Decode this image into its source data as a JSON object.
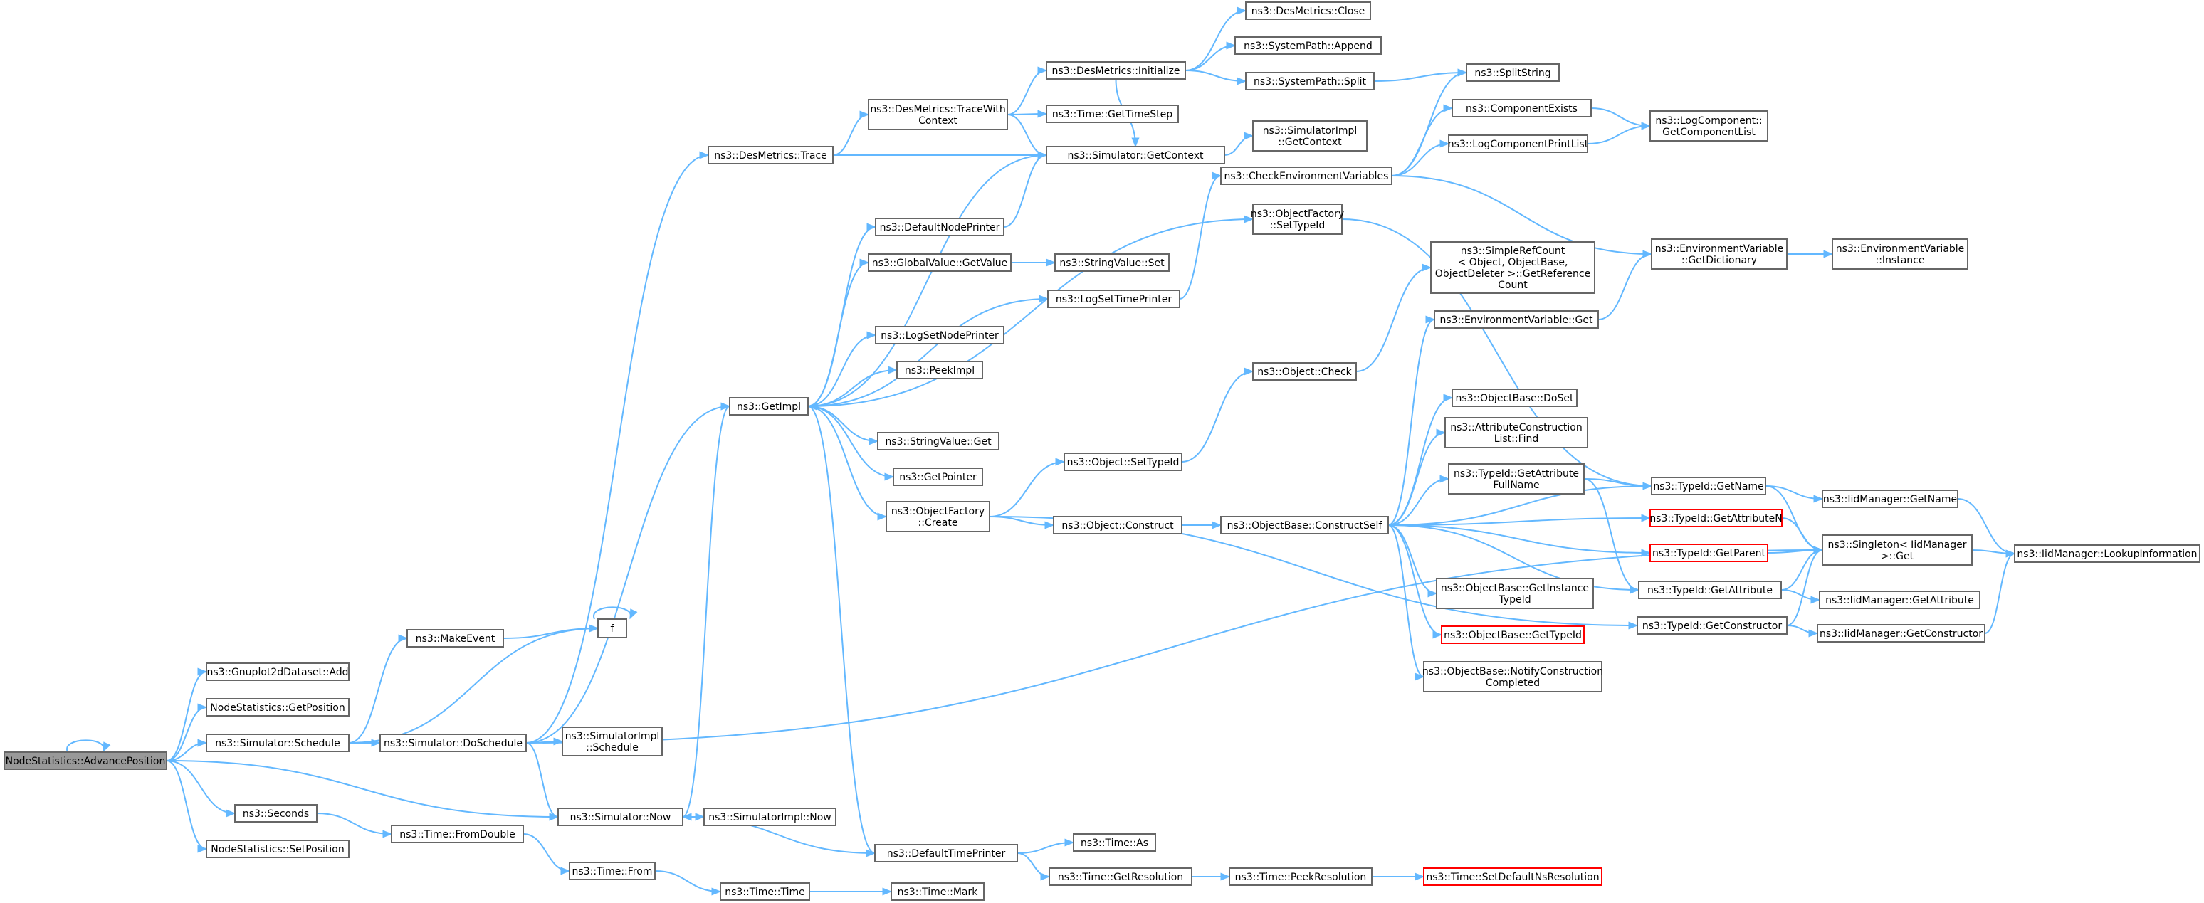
{
  "diagram": {
    "type": "call-graph",
    "colors": {
      "edge": "#63b8ff",
      "node_border": "#666666",
      "root_fill": "#999999",
      "highlight_border": "#ff0000"
    },
    "nodes": [
      {
        "id": "nsap",
        "label": "NodeStatistics::AdvancePosition",
        "root": true
      },
      {
        "id": "add",
        "label": "ns3::Gnuplot2dDataset::Add"
      },
      {
        "id": "getpos",
        "label": "NodeStatistics::GetPosition"
      },
      {
        "id": "sched",
        "label": "ns3::Simulator::Schedule"
      },
      {
        "id": "seconds",
        "label": "ns3::Seconds"
      },
      {
        "id": "setpos",
        "label": "NodeStatistics::SetPosition"
      },
      {
        "id": "mkevent",
        "label": "ns3::MakeEvent"
      },
      {
        "id": "f",
        "label": "f"
      },
      {
        "id": "dosched",
        "label": "ns3::Simulator::DoSchedule"
      },
      {
        "id": "simimplsched",
        "label": "ns3::SimulatorImpl\n::Schedule"
      },
      {
        "id": "now",
        "label": "ns3::Simulator::Now"
      },
      {
        "id": "simimplnow",
        "label": "ns3::SimulatorImpl::Now"
      },
      {
        "id": "fromdouble",
        "label": "ns3::Time::FromDouble"
      },
      {
        "id": "from",
        "label": "ns3::Time::From"
      },
      {
        "id": "time",
        "label": "ns3::Time::Time"
      },
      {
        "id": "mark",
        "label": "ns3::Time::Mark"
      },
      {
        "id": "getimpl",
        "label": "ns3::GetImpl"
      },
      {
        "id": "dmtrace",
        "label": "ns3::DesMetrics::Trace"
      },
      {
        "id": "dmtwc",
        "label": "ns3::DesMetrics::TraceWith\nContext"
      },
      {
        "id": "gettimestep",
        "label": "ns3::Time::GetTimeStep"
      },
      {
        "id": "getcontext",
        "label": "ns3::Simulator::GetContext"
      },
      {
        "id": "simimplctx",
        "label": "ns3::SimulatorImpl\n::GetContext"
      },
      {
        "id": "dminit",
        "label": "ns3::DesMetrics::Initialize"
      },
      {
        "id": "dmclose",
        "label": "ns3::DesMetrics::Close"
      },
      {
        "id": "spappend",
        "label": "ns3::SystemPath::Append"
      },
      {
        "id": "spsplit",
        "label": "ns3::SystemPath::Split"
      },
      {
        "id": "splitstring",
        "label": "ns3::SplitString"
      },
      {
        "id": "defnodeprinter",
        "label": "ns3::DefaultNodePrinter"
      },
      {
        "id": "gvgetvalue",
        "label": "ns3::GlobalValue::GetValue"
      },
      {
        "id": "svset",
        "label": "ns3::StringValue::Set"
      },
      {
        "id": "logsettime",
        "label": "ns3::LogSetTimePrinter"
      },
      {
        "id": "logsetnode",
        "label": "ns3::LogSetNodePrinter"
      },
      {
        "id": "peekimpl",
        "label": "ns3::PeekImpl"
      },
      {
        "id": "svget",
        "label": "ns3::StringValue::Get"
      },
      {
        "id": "getpointer",
        "label": "ns3::GetPointer"
      },
      {
        "id": "ofcreate",
        "label": "ns3::ObjectFactory\n::Create"
      },
      {
        "id": "deftimeprinter",
        "label": "ns3::DefaultTimePrinter"
      },
      {
        "id": "timeas",
        "label": "ns3::Time::As"
      },
      {
        "id": "getres",
        "label": "ns3::Time::GetResolution"
      },
      {
        "id": "peekres",
        "label": "ns3::Time::PeekResolution"
      },
      {
        "id": "setdefns",
        "label": "ns3::Time::SetDefaultNsResolution",
        "red": true
      },
      {
        "id": "checkenv",
        "label": "ns3::CheckEnvironmentVariables"
      },
      {
        "id": "compexists",
        "label": "ns3::ComponentExists"
      },
      {
        "id": "logcompprint",
        "label": "ns3::LogComponentPrintList"
      },
      {
        "id": "logcompget",
        "label": "ns3::LogComponent::\nGetComponentList"
      },
      {
        "id": "ofsettypeid",
        "label": "ns3::ObjectFactory\n::SetTypeId"
      },
      {
        "id": "envgetdict",
        "label": "ns3::EnvironmentVariable\n::GetDictionary"
      },
      {
        "id": "envinstance",
        "label": "ns3::EnvironmentVariable\n::Instance"
      },
      {
        "id": "simplerefcount",
        "label": "ns3::SimpleRefCount\n< Object, ObjectBase,\n ObjectDeleter >::GetReference\nCount"
      },
      {
        "id": "envget",
        "label": "ns3::EnvironmentVariable::Get"
      },
      {
        "id": "objcheck",
        "label": "ns3::Object::Check"
      },
      {
        "id": "objsettypeid",
        "label": "ns3::Object::SetTypeId"
      },
      {
        "id": "objconstruct",
        "label": "ns3::Object::Construct"
      },
      {
        "id": "constructself",
        "label": "ns3::ObjectBase::ConstructSelf"
      },
      {
        "id": "obdoset",
        "label": "ns3::ObjectBase::DoSet"
      },
      {
        "id": "attrfind",
        "label": "ns3::AttributeConstruction\nList::Find"
      },
      {
        "id": "tidgetattrfull",
        "label": "ns3::TypeId::GetAttribute\nFullName"
      },
      {
        "id": "tidgetname",
        "label": "ns3::TypeId::GetName"
      },
      {
        "id": "iidgetname",
        "label": "ns3::IidManager::GetName"
      },
      {
        "id": "lookup",
        "label": "ns3::IidManager::LookupInformation"
      },
      {
        "id": "tidgetattrn",
        "label": "ns3::TypeId::GetAttributeN",
        "red": true
      },
      {
        "id": "tidgetparent",
        "label": "ns3::TypeId::GetParent",
        "red": true
      },
      {
        "id": "singleton",
        "label": "ns3::Singleton< IidManager\n >::Get"
      },
      {
        "id": "tidgetattr",
        "label": "ns3::TypeId::GetAttribute"
      },
      {
        "id": "iidgetattr",
        "label": "ns3::IidManager::GetAttribute"
      },
      {
        "id": "tidgetctor",
        "label": "ns3::TypeId::GetConstructor"
      },
      {
        "id": "iidgetctor",
        "label": "ns3::IidManager::GetConstructor"
      },
      {
        "id": "obgetinst",
        "label": "ns3::ObjectBase::GetInstance\nTypeId"
      },
      {
        "id": "obgettypeid",
        "label": "ns3::ObjectBase::GetTypeId",
        "red": true
      },
      {
        "id": "obnotify",
        "label": "ns3::ObjectBase::NotifyConstruction\nCompleted"
      }
    ],
    "edges": [
      [
        "nsap",
        "nsap"
      ],
      [
        "nsap",
        "add"
      ],
      [
        "nsap",
        "getpos"
      ],
      [
        "nsap",
        "sched"
      ],
      [
        "nsap",
        "now"
      ],
      [
        "nsap",
        "seconds"
      ],
      [
        "nsap",
        "setpos"
      ],
      [
        "sched",
        "mkevent"
      ],
      [
        "sched",
        "f"
      ],
      [
        "sched",
        "dosched"
      ],
      [
        "mkevent",
        "f"
      ],
      [
        "f",
        "f"
      ],
      [
        "dosched",
        "dmtrace"
      ],
      [
        "dosched",
        "getimpl"
      ],
      [
        "dosched",
        "simimplsched"
      ],
      [
        "dosched",
        "now"
      ],
      [
        "dosched",
        "singleton"
      ],
      [
        "now",
        "getimpl"
      ],
      [
        "now",
        "simimplnow"
      ],
      [
        "seconds",
        "fromdouble"
      ],
      [
        "fromdouble",
        "from"
      ],
      [
        "from",
        "time"
      ],
      [
        "time",
        "mark"
      ],
      [
        "dmtrace",
        "dmtwc"
      ],
      [
        "dmtrace",
        "getcontext"
      ],
      [
        "dmtwc",
        "dminit"
      ],
      [
        "dmtwc",
        "gettimestep"
      ],
      [
        "dmtwc",
        "getcontext"
      ],
      [
        "dminit",
        "dmclose"
      ],
      [
        "dminit",
        "spappend"
      ],
      [
        "dminit",
        "spsplit"
      ],
      [
        "dminit",
        "getcontext"
      ],
      [
        "spsplit",
        "splitstring"
      ],
      [
        "getcontext",
        "getimpl"
      ],
      [
        "getcontext",
        "simimplctx"
      ],
      [
        "getimpl",
        "defnodeprinter"
      ],
      [
        "getimpl",
        "gvgetvalue"
      ],
      [
        "getimpl",
        "logsettime"
      ],
      [
        "getimpl",
        "logsetnode"
      ],
      [
        "getimpl",
        "peekimpl"
      ],
      [
        "getimpl",
        "svget"
      ],
      [
        "getimpl",
        "getpointer"
      ],
      [
        "getimpl",
        "ofcreate"
      ],
      [
        "getimpl",
        "deftimeprinter"
      ],
      [
        "getimpl",
        "ofsettypeid"
      ],
      [
        "defnodeprinter",
        "getcontext"
      ],
      [
        "gvgetvalue",
        "svset"
      ],
      [
        "logsettime",
        "checkenv"
      ],
      [
        "checkenv",
        "splitstring"
      ],
      [
        "checkenv",
        "compexists"
      ],
      [
        "checkenv",
        "logcompprint"
      ],
      [
        "checkenv",
        "envgetdict"
      ],
      [
        "compexists",
        "logcompget"
      ],
      [
        "logcompprint",
        "logcompget"
      ],
      [
        "envgetdict",
        "envinstance"
      ],
      [
        "ofsettypeid",
        "tidgetname"
      ],
      [
        "ofcreate",
        "objsettypeid"
      ],
      [
        "ofcreate",
        "objconstruct"
      ],
      [
        "ofcreate",
        "tidgetctor"
      ],
      [
        "objsettypeid",
        "objcheck"
      ],
      [
        "objcheck",
        "simplerefcount"
      ],
      [
        "objconstruct",
        "constructself"
      ],
      [
        "constructself",
        "envget"
      ],
      [
        "constructself",
        "obdoset"
      ],
      [
        "constructself",
        "attrfind"
      ],
      [
        "constructself",
        "tidgetattrfull"
      ],
      [
        "constructself",
        "tidgetname"
      ],
      [
        "constructself",
        "tidgetattrn"
      ],
      [
        "constructself",
        "tidgetparent"
      ],
      [
        "constructself",
        "tidgetattr"
      ],
      [
        "constructself",
        "obgetinst"
      ],
      [
        "constructself",
        "obgettypeid"
      ],
      [
        "constructself",
        "obnotify"
      ],
      [
        "envget",
        "envgetdict"
      ],
      [
        "tidgetattrfull",
        "tidgetname"
      ],
      [
        "tidgetattrfull",
        "tidgetattr"
      ],
      [
        "tidgetname",
        "iidgetname"
      ],
      [
        "tidgetname",
        "singleton"
      ],
      [
        "iidgetname",
        "lookup"
      ],
      [
        "tidgetattrn",
        "singleton"
      ],
      [
        "tidgetparent",
        "singleton"
      ],
      [
        "tidgetattr",
        "singleton"
      ],
      [
        "tidgetattr",
        "iidgetattr"
      ],
      [
        "tidgetctor",
        "singleton"
      ],
      [
        "tidgetctor",
        "iidgetctor"
      ],
      [
        "iidgetctor",
        "lookup"
      ],
      [
        "singleton",
        "lookup"
      ],
      [
        "deftimeprinter",
        "timeas"
      ],
      [
        "deftimeprinter",
        "getres"
      ],
      [
        "deftimeprinter",
        "now"
      ],
      [
        "getres",
        "peekres"
      ],
      [
        "peekres",
        "setdefns"
      ]
    ]
  }
}
